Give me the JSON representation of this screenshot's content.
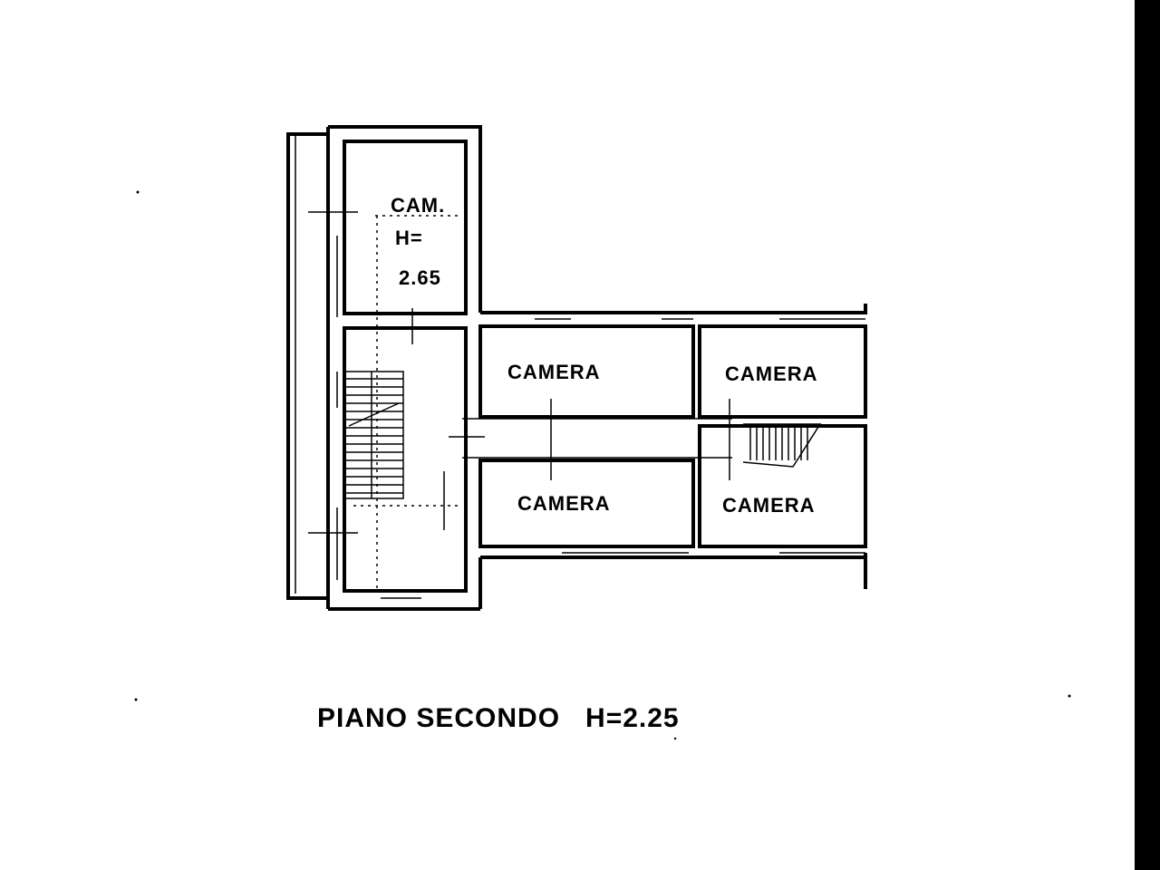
{
  "rooms": {
    "cam_small": {
      "name": "CAM.",
      "height_prefix": "H=",
      "height_value": "2.65"
    },
    "camera_top_left": "CAMERA",
    "camera_top_right": "CAMERA",
    "camera_bottom_left": "CAMERA",
    "camera_bottom_right": "CAMERA"
  },
  "caption": "PIANO SECONDO   H=2.25"
}
